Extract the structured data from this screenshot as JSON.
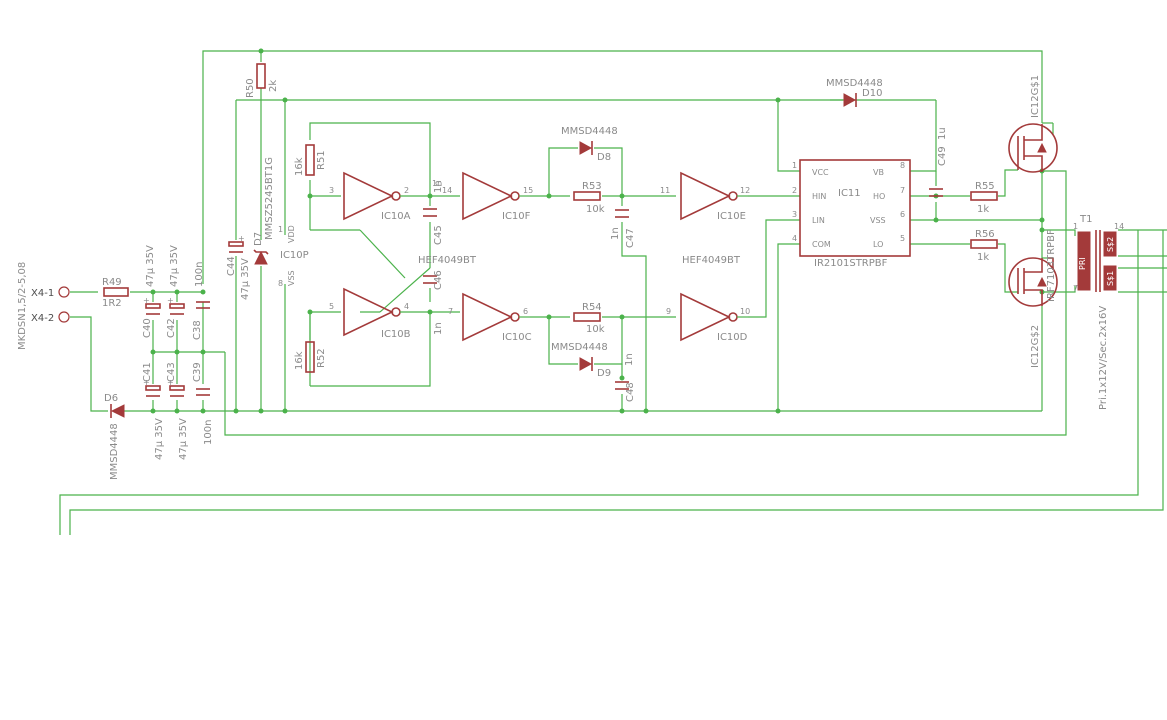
{
  "connector": {
    "pin1": "X4-1",
    "pin2": "X4-2",
    "name": "MKDSN1,5/2-5,08"
  },
  "resistors": {
    "r49": {
      "name": "R49",
      "value": "1R2"
    },
    "r50": {
      "name": "R50",
      "value": "2k"
    },
    "r51": {
      "name": "R51",
      "value": "16k"
    },
    "r52": {
      "name": "R52",
      "value": "16k"
    },
    "r53": {
      "name": "R53",
      "value": "10k"
    },
    "r54": {
      "name": "R54",
      "value": "10k"
    },
    "r55": {
      "name": "R55",
      "value": "1k"
    },
    "r56": {
      "name": "R56",
      "value": "1k"
    }
  },
  "capacitors": {
    "c38": {
      "name": "C38",
      "value": "100n"
    },
    "c39": {
      "name": "C39",
      "value": "100n"
    },
    "c40": {
      "name": "C40",
      "value": "47µ 35V"
    },
    "c41": {
      "name": "C41",
      "value": "47µ 35V"
    },
    "c42": {
      "name": "C42",
      "value": "47µ 35V"
    },
    "c43": {
      "name": "C43",
      "value": "47µ 35V"
    },
    "c44": {
      "name": "C44",
      "value": "47µ 35V"
    },
    "c45": {
      "name": "C45",
      "value": "1n"
    },
    "c46": {
      "name": "C46",
      "value": "1n"
    },
    "c47": {
      "name": "C47",
      "value": "1n"
    },
    "c48": {
      "name": "C48",
      "value": "1n"
    },
    "c49": {
      "name": "C49",
      "value": "1u"
    }
  },
  "diodes": {
    "d6": {
      "name": "D6",
      "part": "MMSD4448"
    },
    "d7": {
      "name": "D7",
      "part": "MMSZ5245BT1G"
    },
    "d8": {
      "name": "D8",
      "part": "MMSD4448"
    },
    "d9": {
      "name": "D9",
      "part": "MMSD4448"
    },
    "d10": {
      "name": "D10",
      "part": "MMSD4448"
    }
  },
  "inverters": {
    "part": "HEF4049BT",
    "a": "IC10A",
    "b": "IC10B",
    "c": "IC10C",
    "d": "IC10D",
    "e": "IC10E",
    "f": "IC10F",
    "p": "IC10P",
    "vdd": "VDD",
    "vss": "VSS"
  },
  "driver": {
    "name": "IC11",
    "part": "IR2101STRPBF",
    "pins": {
      "vcc": "VCC",
      "hin": "HIN",
      "lin": "LIN",
      "com": "COM",
      "vb": "VB",
      "ho": "HO",
      "vss": "VSS",
      "lo": "LO"
    }
  },
  "mosfets": {
    "q1": "IC12G$1",
    "q2": "IC12G$2",
    "part": "IRF7103TRPBF"
  },
  "transformer": {
    "name": "T1",
    "spec": "Pri.1x12V/Sec.2x16V",
    "pri": "PRI",
    "s1": "S$1",
    "s2": "S$2"
  },
  "pin_numbers": {
    "p1": "1",
    "p2": "2",
    "p3": "3",
    "p4": "4",
    "p5": "5",
    "p6": "6",
    "p7": "7",
    "p8": "8",
    "p9": "9",
    "p10": "10",
    "p11": "11",
    "p12": "12",
    "p14": "14",
    "p15": "15"
  },
  "colors": {
    "wire": "#4bb24b",
    "symbol": "#a33a3a",
    "label": "#8a8a8a",
    "background": "#ffffff"
  }
}
